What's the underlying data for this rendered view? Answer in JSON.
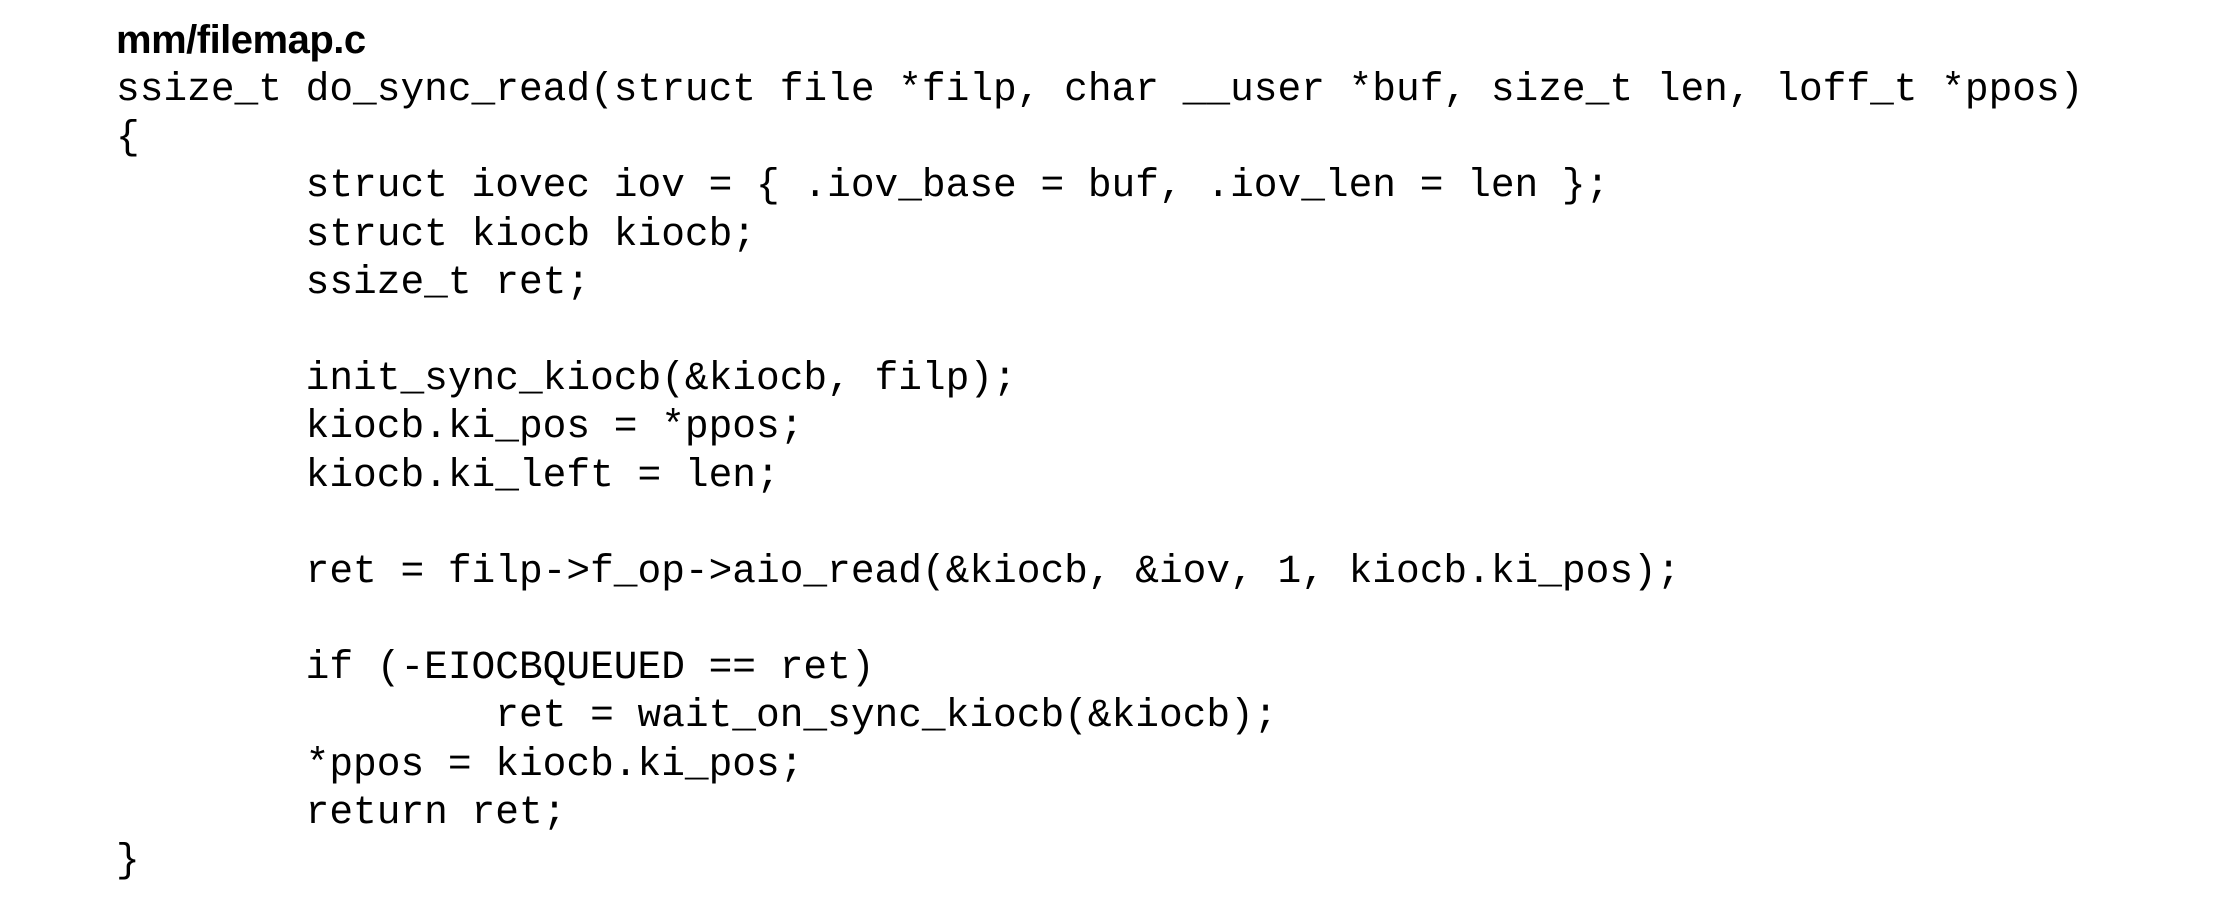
{
  "document": {
    "file_path": "mm/filemap.c",
    "code_lines": [
      "ssize_t do_sync_read(struct file *filp, char __user *buf, size_t len, loff_t *ppos)",
      "{",
      "        struct iovec iov = { .iov_base = buf, .iov_len = len };",
      "        struct kiocb kiocb;",
      "        ssize_t ret;",
      "",
      "        init_sync_kiocb(&kiocb, filp);",
      "        kiocb.ki_pos = *ppos;",
      "        kiocb.ki_left = len;",
      "",
      "        ret = filp->f_op->aio_read(&kiocb, &iov, 1, kiocb.ki_pos);",
      "",
      "        if (-EIOCBQUEUED == ret)",
      "                ret = wait_on_sync_kiocb(&kiocb);",
      "        *ppos = kiocb.ki_pos;",
      "        return ret;",
      "}"
    ]
  }
}
